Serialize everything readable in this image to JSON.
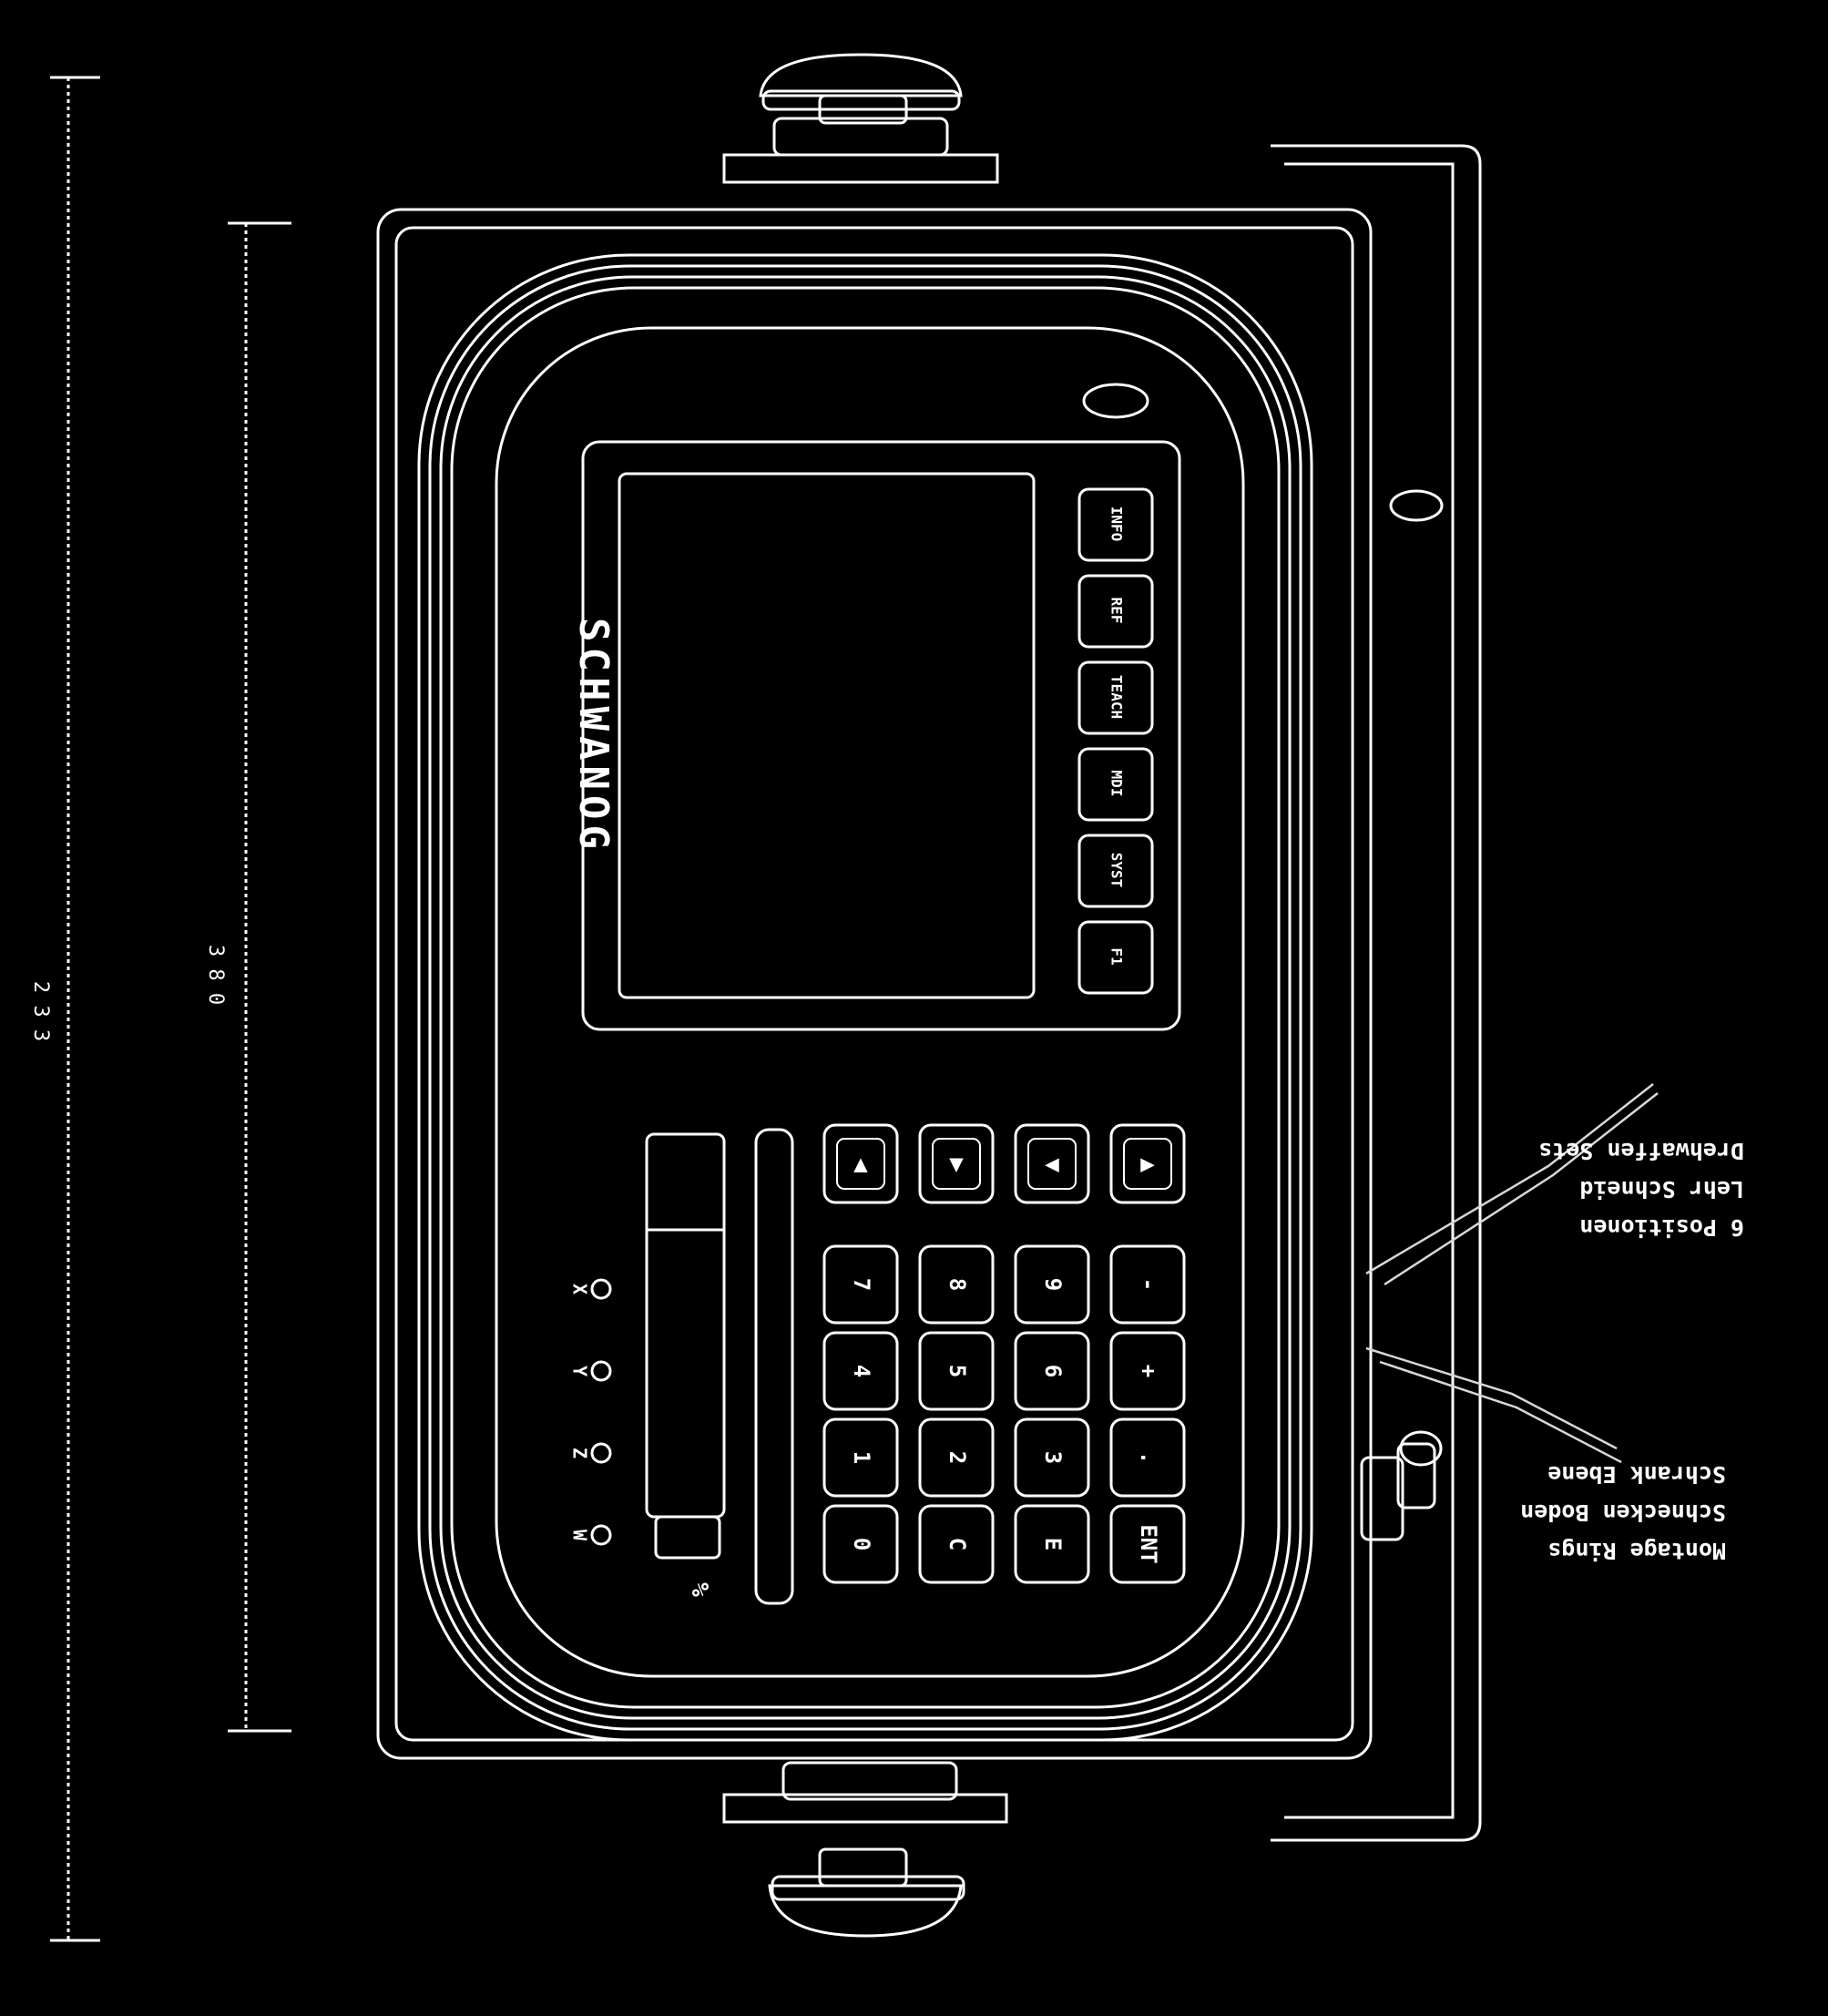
{
  "colors": {
    "background": "#000000",
    "line": "#ffffff",
    "leader": "#d8d8d8"
  },
  "brand": "SCHWANOG",
  "dimensions": {
    "overall": "2 3 3",
    "inner": "3 8 0"
  },
  "callouts": [
    {
      "lines": [
        "Drehwaffen Sets",
        "Lehr Schneid",
        "6 Positionen"
      ]
    },
    {
      "lines": [
        "Schrank Ebene",
        "Schnecken Boden",
        "Montage Rings"
      ]
    }
  ],
  "softkeys": [
    "F1",
    "SYST",
    "MDI",
    "TEACH",
    "REF",
    "INFO"
  ],
  "numpad": [
    [
      "7",
      "8",
      "9",
      "-"
    ],
    [
      "4",
      "5",
      "6",
      "+"
    ],
    [
      "1",
      "2",
      "3",
      "."
    ],
    [
      "0",
      "C",
      "E",
      "ENT"
    ]
  ],
  "cursor_keys": [
    "up-arrow",
    "down-arrow",
    "left-arrow",
    "right-arrow"
  ],
  "indicators": [
    "X",
    "Y",
    "Z",
    "W"
  ],
  "override_label": "%"
}
